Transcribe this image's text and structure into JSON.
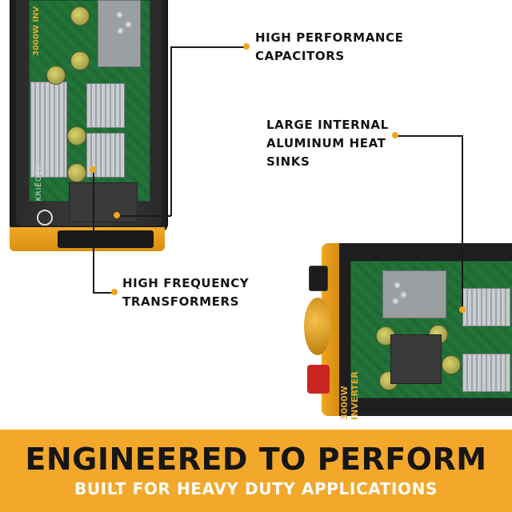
{
  "callouts": {
    "capacitors": {
      "line1": "HIGH PERFORMANCE",
      "line2": "CAPACITORS"
    },
    "heat_sinks": {
      "line1": "LARGE INTERNAL",
      "line2": "ALUMINUM HEAT",
      "line3": "SINKS"
    },
    "transformers": {
      "line1": "HIGH FREQUENCY",
      "line2": "TRANSFORMERS"
    }
  },
  "product": {
    "top_side_label": "3000W INV",
    "bottom_side_label": "3000W INVERTER",
    "brand": "KRIËGER"
  },
  "banner": {
    "headline": "ENGINEERED TO PERFORM",
    "subheadline": "BUILT FOR HEAVY DUTY APPLICATIONS"
  },
  "colors": {
    "accent": "#f2a51e",
    "banner_bg": "#f3a82b",
    "headline_text": "#161616",
    "subheadline_text": "#ffffff"
  }
}
